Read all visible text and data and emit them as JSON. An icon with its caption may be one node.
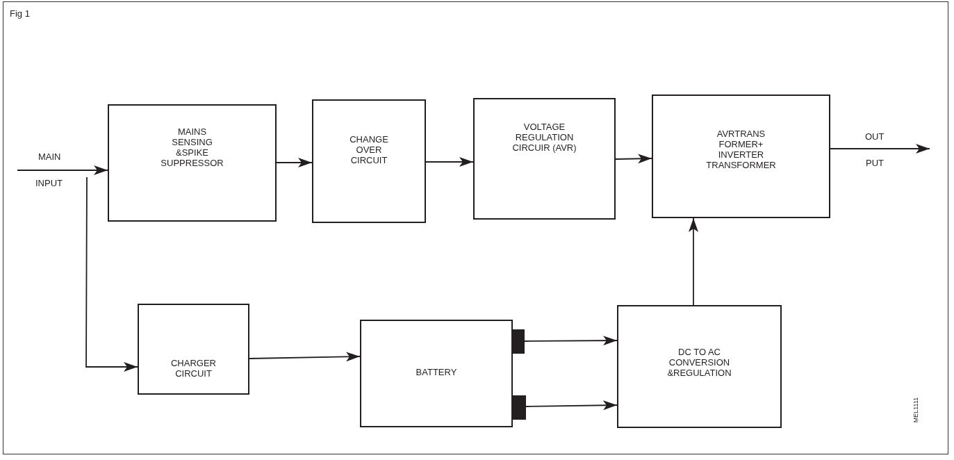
{
  "diagram": {
    "nodes": [
      {
        "text": [
          "MAINS SENSING &SPIKE SUPPRESSOR"
        ]
      },
      {
        "text": [
          "CHANGE OVER CIRCUIT"
        ]
      },
      {
        "text": [
          "VOLTAGE REGULATION CIRCUIR (AVR)"
        ]
      },
      {
        "text": [
          "AVRTRANS FORMER+ INVERTER TRANSFORMER"
        ]
      },
      {
        "text": [
          "CHARGER CIRCUIT"
        ]
      },
      {
        "text": [
          "BATTERY"
        ]
      },
      {
        "text": [
          "DC TO AC CONVERSION &REGULATION"
        ]
      }
    ],
    "edges": [
      {
        "from": null,
        "to": 0,
        "arrow": "to"
      },
      {
        "from": null,
        "to": 4,
        "arrow": "to"
      },
      {
        "from": 0,
        "to": 1,
        "arrow": "to"
      },
      {
        "from": 1,
        "to": 2,
        "arrow": "to"
      },
      {
        "from": 2,
        "to": 3,
        "arrow": "to"
      },
      {
        "from": 3,
        "to": null,
        "arrow": "to"
      },
      {
        "from": 4,
        "to": 5,
        "arrow": "to"
      },
      {
        "from": 5,
        "to": 6,
        "arrow": "to"
      },
      {
        "from": 5,
        "to": 6,
        "arrow": "to"
      },
      {
        "from": 6,
        "to": 3,
        "arrow": "to"
      }
    ],
    "labels": [
      "Fig 1",
      "MAIN",
      "INPUT",
      "OUT",
      "PUT",
      "MEL1111"
    ]
  }
}
